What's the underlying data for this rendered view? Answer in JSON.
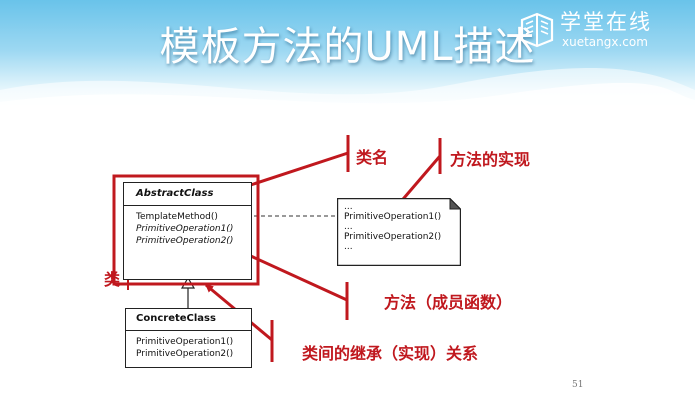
{
  "slide": {
    "title": "模板方法的UML描述",
    "page_number": "51"
  },
  "logo": {
    "name_cn": "学堂在线",
    "domain": "xuetangx.com"
  },
  "uml": {
    "abstract_class": {
      "name": "AbstractClass",
      "operations": [
        "TemplateMethod()",
        "PrimitiveOperation1()",
        "PrimitiveOperation2()"
      ]
    },
    "concrete_class": {
      "name": "ConcreteClass",
      "operations": [
        "PrimitiveOperation1()",
        "PrimitiveOperation2()"
      ]
    },
    "note": {
      "lines": [
        "...",
        "PrimitiveOperation1()",
        "...",
        "PrimitiveOperation2()",
        "..."
      ]
    }
  },
  "annotations": {
    "class_name": "类名",
    "method_impl": "方法的实现",
    "class": "类",
    "methods": "方法（成员函数）",
    "inheritance": "类间的继承（实现）关系"
  },
  "colors": {
    "annotation_red": "#c0181e",
    "header_blue": "#69c3ea"
  }
}
